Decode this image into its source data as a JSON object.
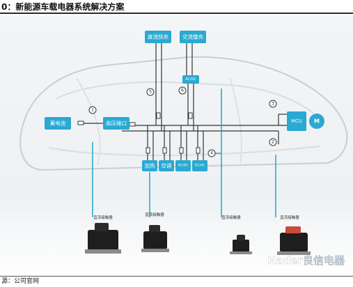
{
  "figure_title": "0：新能源车载电器系统解决方案",
  "source_note": "源：公司官网",
  "boxes": {
    "dc_fast": "直流快充",
    "ac_slow": "交流慢充",
    "acdc": "AC/DC",
    "battery": "蓄电池",
    "hv_port": "高压接口",
    "mcu": "MCU",
    "motor": "M",
    "heating": "加热",
    "aircon": "空调",
    "dcdc": "DC/DC",
    "dcac": "DC/AC"
  },
  "markers": [
    "1",
    "2",
    "3",
    "4",
    "5",
    "6"
  ],
  "contactor_label": "直流接触器",
  "brand": "Nader良信电器",
  "colors": {
    "accent": "#2aa9d2",
    "line": "#333333",
    "car": "#cfd4d8"
  }
}
